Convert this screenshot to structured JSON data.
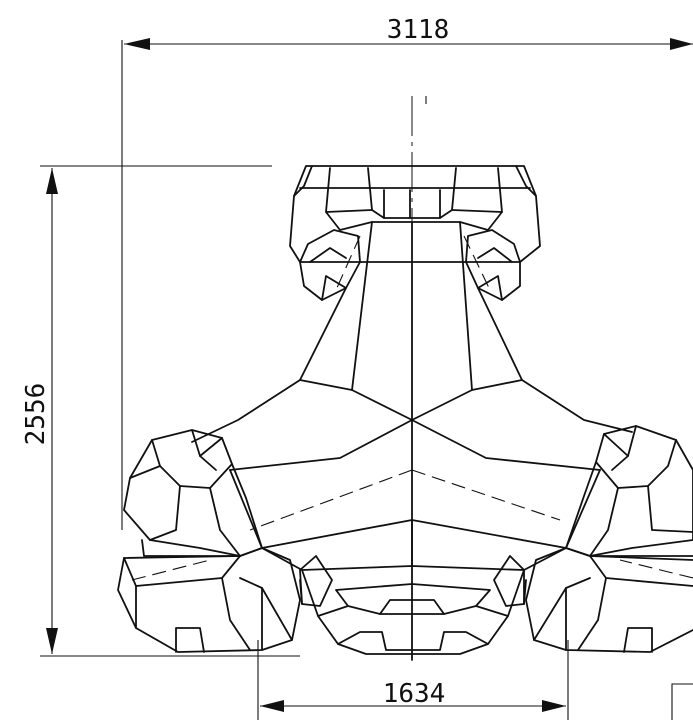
{
  "dimensions": {
    "overall_width": "3118",
    "overall_height": "2556",
    "base_width": "1634"
  }
}
